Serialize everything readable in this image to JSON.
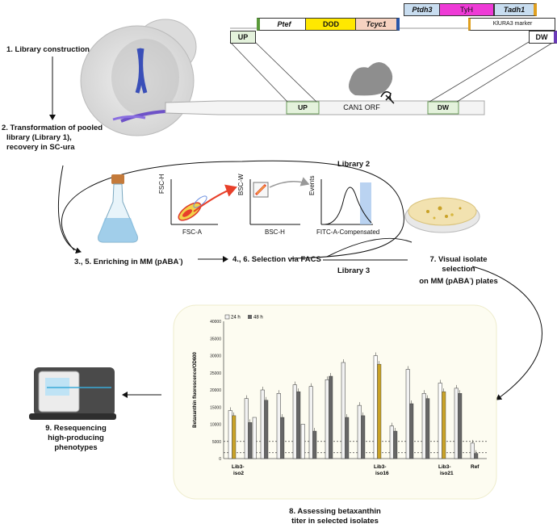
{
  "steps": {
    "s1": "1. Library construction",
    "s2_line1": "2. Transformation of pooled",
    "s2_line2": "library (Library 1),",
    "s2_line3": "recovery in SC-ura",
    "s35_prefix": "3., 5.  Enriching in MM (pABA",
    "s35_suffix": ")",
    "s46": "4., 6. Selection via FACS",
    "s7_line1": "7. Visual isolate",
    "s7_line2": "selection",
    "s7_line3_prefix": "on MM (pABA",
    "s7_line3_suffix": ") plates",
    "s8_line1": "8. Assessing betaxanthin",
    "s8_line2": "titer in selected isolates",
    "s9_line1": "9. Resequencing",
    "s9_line2": "high-producing",
    "s9_line3": "phenotypes"
  },
  "libraries": {
    "lib2": "Library 2",
    "lib3": "Library 3"
  },
  "construct": {
    "ptef": "Ptef",
    "dod": "DOD",
    "tcyc1": "Tcyc1",
    "ptdh3": "Ptdh3",
    "tyh": "TyH",
    "tadh1": "Tadh1",
    "marker": "KlURA3 marker",
    "up": "UP",
    "dw": "DW",
    "can1": "CAN1 ORF",
    "chrom_up": "UP",
    "chrom_dw": "DW",
    "colors": {
      "dod": "#ffe800",
      "tyh": "#ee3ad6",
      "ptdh3": "#c8ddf0",
      "tcyc1": "#f6d2c0",
      "up_box": "#e4f2dc"
    }
  },
  "facs": {
    "p1_y": "FSC-H",
    "p1_x": "FSC-A",
    "p2_y": "BSC-W",
    "p2_x": "BSC-H",
    "p3_y": "Events",
    "p3_x": "FITC-A-Compensated"
  },
  "chart_data": {
    "type": "bar",
    "ylabel": "Betaxanthin fluorescence/OD600",
    "ylim": [
      0,
      40000
    ],
    "yticks": [
      "0",
      "5000",
      "10000",
      "15000",
      "20000",
      "25000",
      "30000",
      "35000",
      "40000"
    ],
    "series": [
      {
        "name": "24 h",
        "values": [
          14000,
          17500,
          20000,
          19000,
          21500,
          21000,
          23000,
          28000,
          15500,
          30000,
          9500,
          26000,
          19000,
          22000,
          20500,
          4500
        ]
      },
      {
        "name": "48 h",
        "values": [
          12500,
          10500,
          17000,
          12000,
          19500,
          8000,
          24000,
          12000,
          12500,
          27500,
          8000,
          16000,
          17500,
          19500,
          19000,
          1500
        ]
      }
    ],
    "extra_24h_values": [
      30500,
      12000,
      8000,
      10000,
      10000,
      4500
    ],
    "highlight_color": "#c9a227",
    "reference_lines": [
      5000,
      1700
    ],
    "x_labels": [
      {
        "text": "Lib3-",
        "text2": "iso2"
      },
      {
        "text": "Lib3-",
        "text2": "iso16"
      },
      {
        "text": "Lib3-",
        "text2": "iso21"
      },
      {
        "text": "Ref",
        "text2": ""
      }
    ]
  }
}
